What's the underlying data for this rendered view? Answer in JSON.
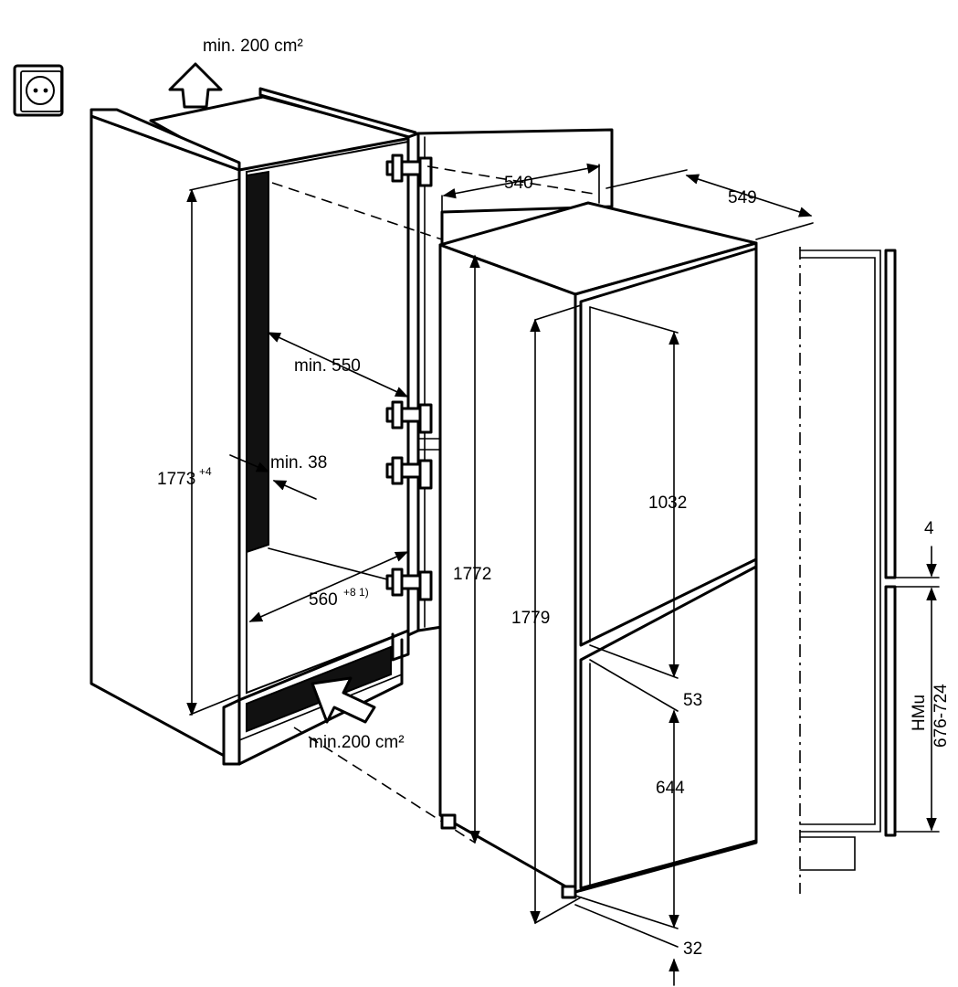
{
  "labels": {
    "vent_top": "min. 200 cm²",
    "vent_bottom": "min.200 cm²",
    "niche_height": "1773",
    "niche_height_tol": "+4",
    "min_550": "min. 550",
    "min_38": "min. 38",
    "niche_width": "560",
    "niche_width_tol": "+8 1)",
    "width_540": "540",
    "depth_549": "549",
    "height_1772": "1772",
    "height_1779": "1779",
    "upper_door_1032": "1032",
    "gap_53": "53",
    "lower_door_644": "644",
    "bottom_32": "32",
    "gap_4": "4",
    "hmu_label": "HMu",
    "hmu_range": "676-724"
  }
}
